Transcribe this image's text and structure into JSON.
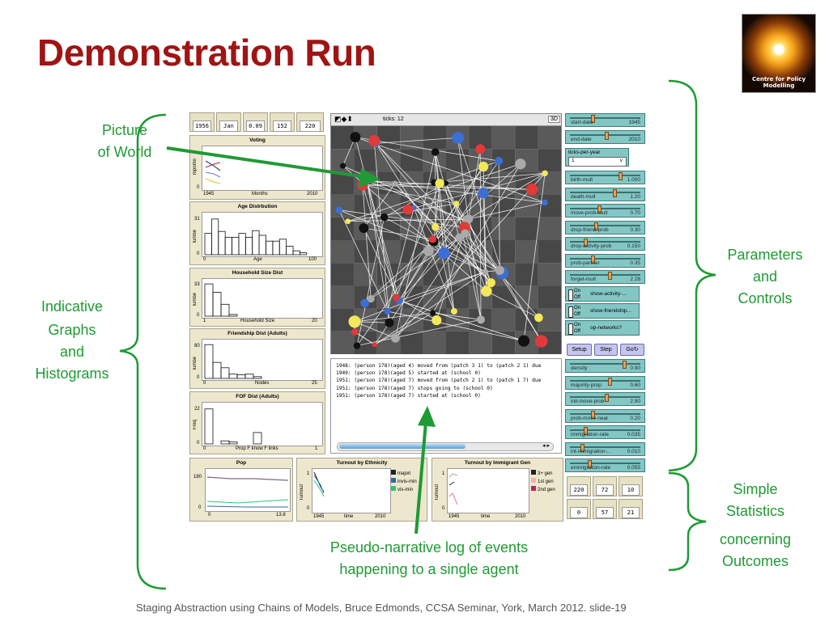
{
  "slide": {
    "title": "Demonstration Run",
    "footer": "Staging Abstraction using Chains of Models, Bruce Edmonds, CCSA Seminar, York, March 2012. slide-19",
    "logo_text": "Centre for Policy Modelling"
  },
  "annotations": {
    "picture": [
      "Picture",
      "of World"
    ],
    "graphs": [
      "Indicative",
      "Graphs",
      "and",
      "Histograms"
    ],
    "params": [
      "Parameters",
      "and",
      "Controls"
    ],
    "stats": [
      "Simple",
      "Statistics",
      "concerning",
      "Outcomes"
    ],
    "log": [
      "Pseudo-narrative log of  events",
      "happening to a single agent"
    ]
  },
  "monitors_top": [
    {
      "value": "1956"
    },
    {
      "value": "Jan"
    },
    {
      "value": "0.09"
    },
    {
      "value": "152"
    },
    {
      "value": "220"
    }
  ],
  "plots": {
    "voting": {
      "title": "Voting",
      "ylabel": "roportio",
      "y0": "0",
      "x0": "1945",
      "xlabel": "Months",
      "x1": "2010"
    },
    "age": {
      "title": "Age Distrbution",
      "ylabel": "lumbe",
      "ymax": "31",
      "y0": "0",
      "x0": "0",
      "xlabel": "Age",
      "x1": "100",
      "bins": [
        0.55,
        0.92,
        0.6,
        0.45,
        0.45,
        0.55,
        0.45,
        0.62,
        0.5,
        0.35,
        0.35,
        0.4,
        0.22,
        0.1,
        0.05
      ]
    },
    "household": {
      "title": "Household Size Dist",
      "ylabel": "lumbe",
      "ymax": "33",
      "y0": "0",
      "x0": "1",
      "xlabel": "Household Size",
      "x1": "20",
      "bins": [
        0.95,
        0.7,
        0.35,
        0.05
      ]
    },
    "friendship": {
      "title": "Friendship Dist (Adults)",
      "ylabel": "lumbe",
      "ymax": "80",
      "y0": "0",
      "x0": "0",
      "xlabel": "Nodes",
      "x1": "25",
      "bins": [
        0.95,
        0.45,
        0.3,
        0.12,
        0.1,
        0.12,
        0.05
      ]
    },
    "fof": {
      "title": "FOF Dist (Adults)",
      "ylabel": "Freq",
      "ymax": "22",
      "y0": "0",
      "x0": "0",
      "xlabel": "Prop F know F links",
      "x1": "1",
      "bins": [
        0.92,
        0,
        0.08,
        0.05,
        0,
        0,
        0.3,
        0,
        0,
        0
      ]
    },
    "pop": {
      "title": "Pop",
      "ymax": "180",
      "y0": "0",
      "x0": "0",
      "x1": "13.8"
    },
    "ethnicity": {
      "title": "Turnout by Ethnicity",
      "ylabel": "Turnout",
      "y1": "1",
      "y0": "0",
      "x0": "1945",
      "xlabel": "time",
      "x1": "2010",
      "legend": [
        "majori",
        "invis-min",
        "vis-min"
      ]
    },
    "immigrant": {
      "title": "Turnout by Immigrant Gen",
      "ylabel": "Turnout",
      "y1": "1",
      "y0": "0",
      "x0": "1945",
      "xlabel": "time",
      "x1": "2010",
      "legend": [
        "3+ gen",
        "1st gen",
        "2nd gen"
      ]
    }
  },
  "world": {
    "ticks_label": "ticks: 12",
    "speed_label": "3D"
  },
  "log_lines": [
    "1948: (person 178)(aged 4) moved from (patch 3 1) to (patch 2 1) due",
    "1949: (person 178)(aged 5) started at (school 0)",
    "1951: (person 178)(aged 7) moved from (patch 2 1) to (patch 1 7) due",
    "1951: (person 178)(aged 7) stops going to (school 0)",
    "1951: (person 178)(aged 7) started at (school 0)"
  ],
  "sliders_a": [
    {
      "name": "start-date",
      "value": "1945",
      "pos": 0.3
    },
    {
      "name": "end-date",
      "value": "2010",
      "pos": 0.5
    }
  ],
  "chooser": {
    "label": "ticks-per-year",
    "value": "1"
  },
  "sliders_b": [
    {
      "name": "birth-mult",
      "value": "1.000",
      "pos": 0.7
    },
    {
      "name": "death-mult",
      "value": "1.20",
      "pos": 0.62
    },
    {
      "name": "move-prob-mult",
      "value": "0.70",
      "pos": 0.4
    },
    {
      "name": "drop-friend-prob",
      "value": "0.30",
      "pos": 0.35
    },
    {
      "name": "drop-activity-prob",
      "value": "0.150",
      "pos": 0.2
    },
    {
      "name": "prob-partner",
      "value": "0.35",
      "pos": 0.3
    },
    {
      "name": "forget-mult",
      "value": "2.28",
      "pos": 0.55
    }
  ],
  "switches": [
    {
      "name": "show-activity-..."
    },
    {
      "name": "show-friendship..."
    },
    {
      "name": "op-networks?"
    }
  ],
  "switch_state": {
    "on": "On",
    "off": "Off"
  },
  "buttons": {
    "setup": "Setup",
    "step": "Step",
    "go": "Go"
  },
  "sliders_c": [
    {
      "name": "density",
      "value": "0.90",
      "pos": 0.75
    },
    {
      "name": "majority-prop",
      "value": "0.60",
      "pos": 0.55
    },
    {
      "name": "init-move-prob",
      "value": "2.90",
      "pos": 0.5
    },
    {
      "name": "prob-move-near",
      "value": "0.20",
      "pos": 0.3
    },
    {
      "name": "immigration-rate",
      "value": "0.035",
      "pos": 0.2
    },
    {
      "name": "int-immigration-...",
      "value": "0.010",
      "pos": 0.15
    },
    {
      "name": "emmigration-rate",
      "value": "0.055",
      "pos": 0.25
    }
  ],
  "monitors_stats": [
    {
      "value": "220"
    },
    {
      "value": "72"
    },
    {
      "value": "10"
    },
    {
      "value": "0"
    },
    {
      "value": "57"
    },
    {
      "value": "21"
    }
  ],
  "colors": {
    "title": "#a01414",
    "annotation": "#1f9a34",
    "slider": "#83c7c5",
    "button": "#c5c5ee",
    "panel": "#ede7cd"
  }
}
